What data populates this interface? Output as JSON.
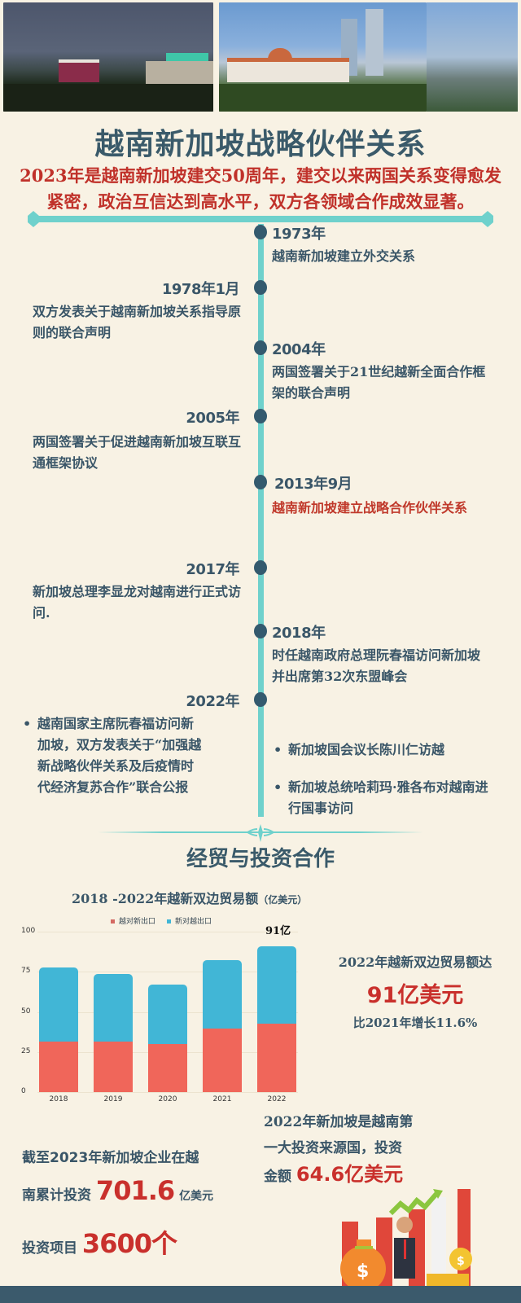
{
  "header": {
    "photos": [
      {
        "name": "vietnam-national-assembly-photo",
        "caption": ""
      },
      {
        "name": "singapore-parliament-photo",
        "caption": ""
      }
    ],
    "title": "越南新加坡战略伙伴关系",
    "intro": "2023年是越南新加坡建交50周年，建交以来两国关系变得愈发紧密，政治互信达到高水平，双方各领域合作成效显著。"
  },
  "timeline": [
    {
      "year": "1973年",
      "side": "right",
      "text": "越南新加坡建立外交关系"
    },
    {
      "year": "1978年1月",
      "side": "left",
      "text": "双方发表关于越南新加坡关系指导原则的联合声明"
    },
    {
      "year": "2004年",
      "side": "right",
      "text": "两国签署关于21世纪越新全面合作框架的联合声明"
    },
    {
      "year": "2005年",
      "side": "left",
      "text": "两国签署关于促进越南新加坡互联互通框架协议"
    },
    {
      "year": "2013年9月",
      "side": "right",
      "text": "越南新加坡建立战略合作伙伴关系",
      "highlight": true
    },
    {
      "year": "2017年",
      "side": "left",
      "text": "新加坡总理李显龙对越南进行正式访问."
    },
    {
      "year": "2018年",
      "side": "right",
      "text": "时任越南政府总理阮春福访问新加坡并出席第32次东盟峰会"
    },
    {
      "year": "2022年",
      "side": "left",
      "left_bullets": [
        "越南国家主席阮春福访问新加坡，双方发表关于“加强越新战略伙伴关系及后疫情时代经济复苏合作”联合公报"
      ],
      "right_bullets": [
        "新加坡国会议长陈川仁访越",
        "新加坡总统哈莉玛·雅各布对越南进行国事访问"
      ]
    }
  ],
  "trade": {
    "section_title": "经贸与投资合作",
    "chart_title": "2018 -2022年越新双边贸易额",
    "chart_unit": "（亿美元）",
    "summary_line1": "2022年越新双边贸易额达",
    "summary_big": "91亿美元",
    "summary_line3": "比2021年增长11.6%"
  },
  "chart_data": {
    "type": "bar",
    "stacked": true,
    "title": "2018 -2022年越新双边贸易额（亿美元）",
    "xlabel": "",
    "ylabel": "",
    "categories": [
      "2018",
      "2019",
      "2020",
      "2021",
      "2022"
    ],
    "series": [
      {
        "name": "越对新出口",
        "color": "#f0665a",
        "values": [
          31.5,
          31.6,
          30.1,
          39.4,
          42.8
        ]
      },
      {
        "name": "新对越出口",
        "color": "#41b6d6",
        "values": [
          46.0,
          42.0,
          36.9,
          43.0,
          48.1
        ]
      }
    ],
    "totals": [
      77.5,
      73.6,
      67.0,
      82.4,
      90.9
    ],
    "y_ticks": [
      "0",
      "25",
      "50",
      "75",
      "100"
    ],
    "ylim": [
      0,
      100
    ],
    "annotations": [
      {
        "category": "2022",
        "text": "91亿"
      }
    ],
    "legend_position": "top",
    "grid": true
  },
  "investment": {
    "left_line1": "截至2023年新加坡企业在越",
    "left_line2_prefix": "南累计投资",
    "left_amount": "701.6",
    "left_unit": "亿美元",
    "projects_label": "投资项目",
    "projects_value": "3600个",
    "right_line1": "2022年新加坡是越南第",
    "right_line2": "一大投资来源国，投资",
    "right_line3_prefix": "金额",
    "right_amount": "64.6亿美元"
  },
  "colors": {
    "background": "#f8f2e4",
    "title": "#3a5a6a",
    "accent_red": "#c0312a",
    "teal": "#6fd1cc",
    "dot": "#345a6e",
    "footer": "#3b5a6c"
  }
}
